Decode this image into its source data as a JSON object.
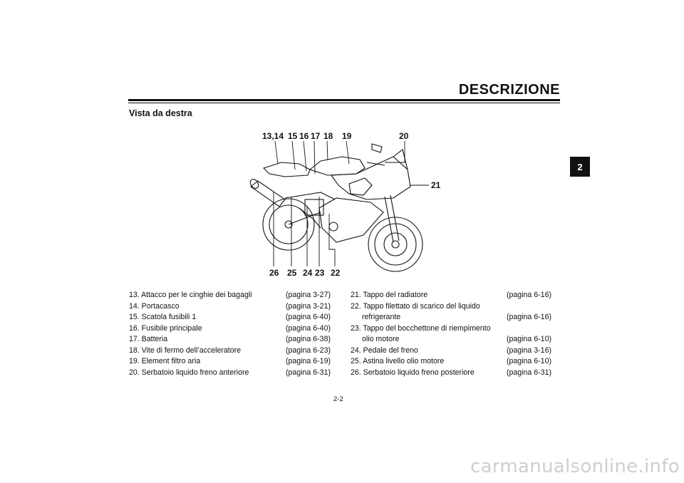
{
  "header": {
    "title": "DESCRIZIONE",
    "chapter_tab": "2"
  },
  "section_title": "Vista da destra",
  "figure": {
    "callouts_top": [
      "13,14",
      "15",
      "16",
      "17",
      "18",
      "19",
      "20"
    ],
    "callout_right": "21",
    "callouts_bottom": [
      "26",
      "25",
      "24",
      "23",
      "22"
    ]
  },
  "legend_left": [
    {
      "label": "13. Attacco per le cinghie dei bagagli",
      "page": "(pagina 3-27)"
    },
    {
      "label": "14. Portacasco",
      "page": "(pagina 3-21)"
    },
    {
      "label": "15. Scatola fusibili 1",
      "page": "(pagina 6-40)"
    },
    {
      "label": "16. Fusibile principale",
      "page": "(pagina 6-40)"
    },
    {
      "label": "17. Batteria",
      "page": "(pagina 6-38)"
    },
    {
      "label": "18. Vite di fermo dell’acceleratore",
      "page": "(pagina 6-23)"
    },
    {
      "label": "19. Element filtro aria",
      "page": "(pagina 6-19)"
    },
    {
      "label": "20. Serbatoio liquido freno anteriore",
      "page": "(pagina 6-31)"
    }
  ],
  "legend_right": [
    {
      "label": "21. Tappo del radiatore",
      "page": "(pagina 6-16)"
    },
    {
      "label": "22. Tappo filettato di scarico del liquido",
      "cont": "refrigerante",
      "page": "(pagina 6-16)"
    },
    {
      "label": "23. Tappo del bocchettone di riempimento",
      "cont": "olio motore",
      "page": "(pagina 6-10)"
    },
    {
      "label": "24. Pedale del freno",
      "page": "(pagina 3-16)"
    },
    {
      "label": "25. Astina livello olio motore",
      "page": "(pagina 6-10)"
    },
    {
      "label": "26. Serbatoio liquido freno posteriore",
      "page": "(pagina 6-31)"
    }
  ],
  "page_number": "2-2",
  "watermark": "carmanualsonline.info"
}
